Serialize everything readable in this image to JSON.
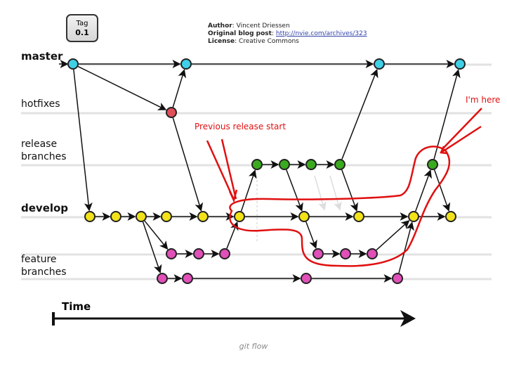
{
  "meta": {
    "author_label": "Author",
    "author": ": Vincent Driessen",
    "blog_label": "Original blog post",
    "blog_sep": ": ",
    "blog_url": "http://nvie.com/archives/323",
    "license_label": "License",
    "license": ": Creative Commons"
  },
  "tag": {
    "label": "Tag",
    "version": "0.1"
  },
  "lanes": {
    "master": "master",
    "hotfixes": "hotfixes",
    "release_1": "release",
    "release_2": "branches",
    "develop": "develop",
    "feature_1": "feature",
    "feature_2": "branches"
  },
  "annotations": {
    "previous_release": "Previous release start",
    "im_here": "I'm here"
  },
  "time_label": "Time",
  "caption": "git flow",
  "colors": {
    "master": "#3fd0e8",
    "hotfix": "#e0505a",
    "release": "#3aaa1e",
    "develop": "#f2e21a",
    "feature": "#e050b8",
    "annotation": "#e01010"
  }
}
